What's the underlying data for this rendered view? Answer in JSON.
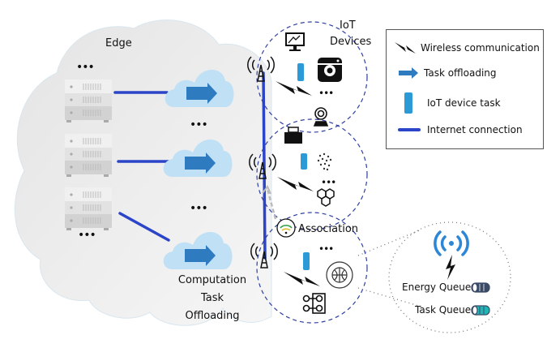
{
  "labels": {
    "edge": "Edge",
    "iot_devices_line1": "IoT",
    "iot_devices_line2": "Devices",
    "association": "Association",
    "computation_line1": "Computation",
    "computation_line2": "Task",
    "computation_line3": "Offloading",
    "energy_queue": "Energy Queue",
    "task_queue": "Task Queue",
    "ellipsis": "•••"
  },
  "legend": {
    "items": [
      {
        "icon": "lightning-icon",
        "label": "Wireless communication"
      },
      {
        "icon": "arrow-right-icon",
        "label": "Task offloading"
      },
      {
        "icon": "task-cylinder-icon",
        "label": "IoT device task"
      },
      {
        "icon": "line-icon",
        "label": "Internet connection"
      }
    ]
  },
  "colors": {
    "internet_line": "#2b44c8",
    "cloud_fill": "#bfe0f5",
    "arrow": "#2e7bbf",
    "task": "#2b9ad6",
    "dashed_circle": "#2e3fa0",
    "wifi_blue": "#2e86d6",
    "task_queue_teal": "#22b5b5",
    "energy_queue_dark": "#3b4a66"
  }
}
